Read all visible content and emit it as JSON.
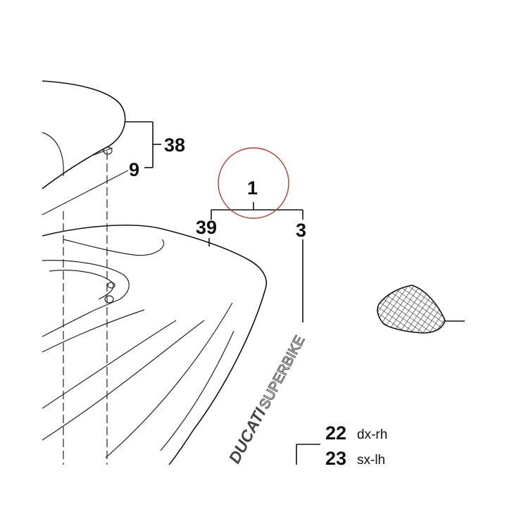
{
  "callouts": {
    "c38": "38",
    "c9": "9",
    "c1": "1",
    "c39": "39",
    "c3": "3",
    "c22": "22",
    "c23": "23"
  },
  "sides": {
    "right": "dx-rh",
    "left": "sx-lh"
  },
  "brand": {
    "name": "DUCATI",
    "tagline": "SUPERBIKE"
  },
  "colors": {
    "ink": "#111111",
    "highlight_circle": "#c0392b"
  }
}
